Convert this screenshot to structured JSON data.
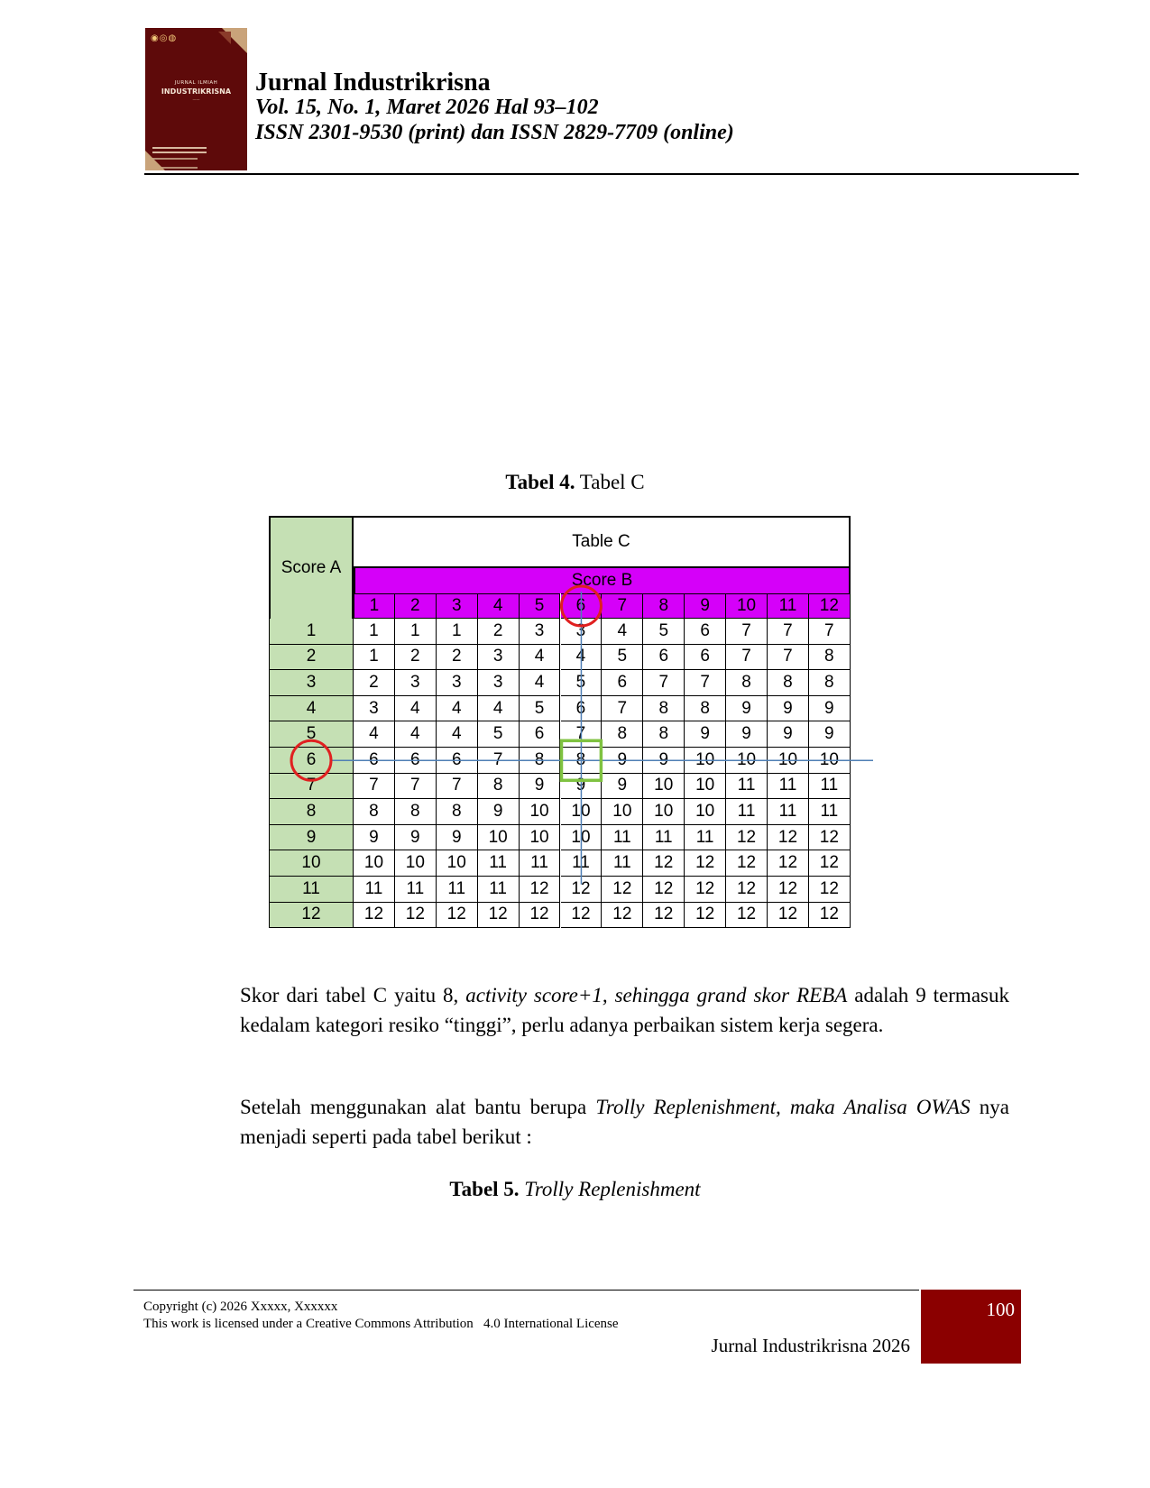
{
  "header": {
    "journal_name": "Jurnal Industrikrisna",
    "volume": "Vol. 15, No. 1, Maret 2026 Hal 93–102",
    "issn": "ISSN 2301-9530 (print) dan ISSN 2829-7709 (online)",
    "cover": {
      "title_line1": "JURNAL ILMIAH",
      "title_line2": "INDUSTRIKRISNA"
    }
  },
  "table4": {
    "caption_bold": "Tabel 4.",
    "caption_text": " Tabel C",
    "title": "Table C",
    "row_header_label": "Score A",
    "col_header_label": "Score B",
    "col_headers": [
      "1",
      "2",
      "3",
      "4",
      "5",
      "6",
      "7",
      "8",
      "9",
      "10",
      "11",
      "12"
    ],
    "row_headers": [
      "1",
      "2",
      "3",
      "4",
      "5",
      "6",
      "7",
      "8",
      "9",
      "10",
      "11",
      "12"
    ],
    "rows": [
      [
        "1",
        "1",
        "1",
        "2",
        "3",
        "3",
        "4",
        "5",
        "6",
        "7",
        "7",
        "7"
      ],
      [
        "1",
        "2",
        "2",
        "3",
        "4",
        "4",
        "5",
        "6",
        "6",
        "7",
        "7",
        "8"
      ],
      [
        "2",
        "3",
        "3",
        "3",
        "4",
        "5",
        "6",
        "7",
        "7",
        "8",
        "8",
        "8"
      ],
      [
        "3",
        "4",
        "4",
        "4",
        "5",
        "6",
        "7",
        "8",
        "8",
        "9",
        "9",
        "9"
      ],
      [
        "4",
        "4",
        "4",
        "5",
        "6",
        "7",
        "8",
        "8",
        "9",
        "9",
        "9",
        "9"
      ],
      [
        "6",
        "6",
        "6",
        "7",
        "8",
        "8",
        "9",
        "9",
        "10",
        "10",
        "10",
        "10"
      ],
      [
        "7",
        "7",
        "7",
        "8",
        "9",
        "9",
        "9",
        "10",
        "10",
        "11",
        "11",
        "11"
      ],
      [
        "8",
        "8",
        "8",
        "9",
        "10",
        "10",
        "10",
        "10",
        "10",
        "11",
        "11",
        "11"
      ],
      [
        "9",
        "9",
        "9",
        "10",
        "10",
        "10",
        "11",
        "11",
        "11",
        "12",
        "12",
        "12"
      ],
      [
        "10",
        "10",
        "10",
        "11",
        "11",
        "11",
        "11",
        "12",
        "12",
        "12",
        "12",
        "12"
      ],
      [
        "11",
        "11",
        "11",
        "11",
        "12",
        "12",
        "12",
        "12",
        "12",
        "12",
        "12",
        "12"
      ],
      [
        "12",
        "12",
        "12",
        "12",
        "12",
        "12",
        "12",
        "12",
        "12",
        "12",
        "12",
        "12"
      ]
    ],
    "highlight": {
      "score_a": "6",
      "score_b": "6",
      "result": "8"
    },
    "colors": {
      "score_a_bg": "#c5e0b4",
      "score_b_bg": "#d500f9",
      "circle": "#e02020",
      "result_box": "#7fc241",
      "guide_line": "#4f7fb5"
    }
  },
  "body": {
    "para1_a": "Skor dari tabel C yaitu 8, ",
    "para1_italic": "activity score+1, sehingga grand skor REBA",
    "para1_b": " adalah 9 termasuk kedalam kategori resiko “tinggi”, perlu adanya perbaikan sistem kerja segera.",
    "para2_a": "Setelah menggunakan alat bantu berupa ",
    "para2_italic": "Trolly Replenishment, maka Analisa OWAS",
    "para2_b": " nya menjadi seperti pada tabel berikut :"
  },
  "table5": {
    "caption_bold": "Tabel 5.",
    "caption_italic": " Trolly Replenishment"
  },
  "footer": {
    "copyright": "Copyright (c) 2026 Xxxxx, Xxxxxx",
    "license": "This work is licensed under a Creative Commons Attribution   4.0 International License",
    "page_number": "100",
    "journal_year": "Jurnal Industrikrisna 2026",
    "box_color": "#8b0000"
  }
}
